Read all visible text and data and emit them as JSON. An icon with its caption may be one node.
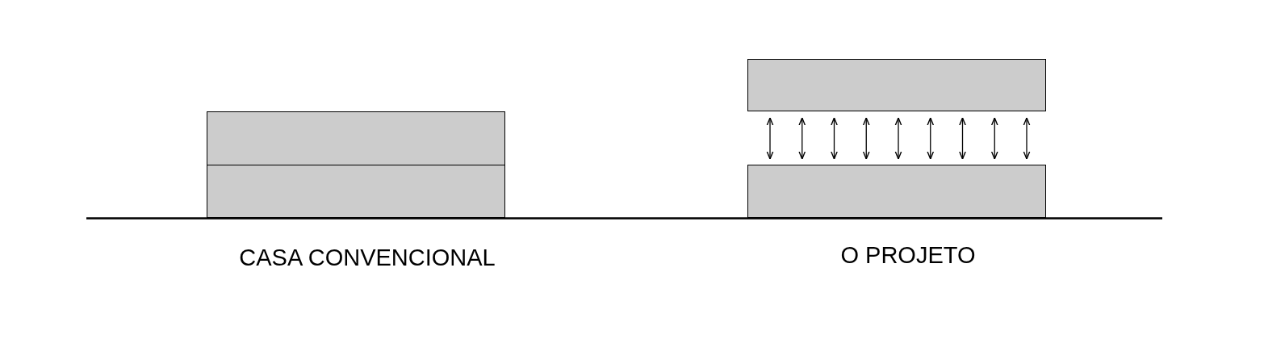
{
  "diagram": {
    "nodes": [
      {
        "text": [],
        "shape": "box"
      },
      {
        "text": [],
        "shape": "box"
      },
      {
        "text": [],
        "shape": "box"
      },
      {
        "text": [],
        "shape": "box"
      }
    ],
    "edges": [
      {
        "from": 2,
        "to": 3,
        "arrow": "both"
      },
      {
        "from": 2,
        "to": 3,
        "arrow": "both"
      },
      {
        "from": 2,
        "to": 3,
        "arrow": "both"
      },
      {
        "from": 2,
        "to": 3,
        "arrow": "both"
      },
      {
        "from": 2,
        "to": 3,
        "arrow": "both"
      },
      {
        "from": 2,
        "to": 3,
        "arrow": "both"
      },
      {
        "from": 2,
        "to": 3,
        "arrow": "both"
      },
      {
        "from": 2,
        "to": 3,
        "arrow": "both"
      },
      {
        "from": 2,
        "to": 3,
        "arrow": "both"
      }
    ],
    "labels": [
      "CASA CONVENCIONAL",
      "O PROJETO"
    ]
  }
}
